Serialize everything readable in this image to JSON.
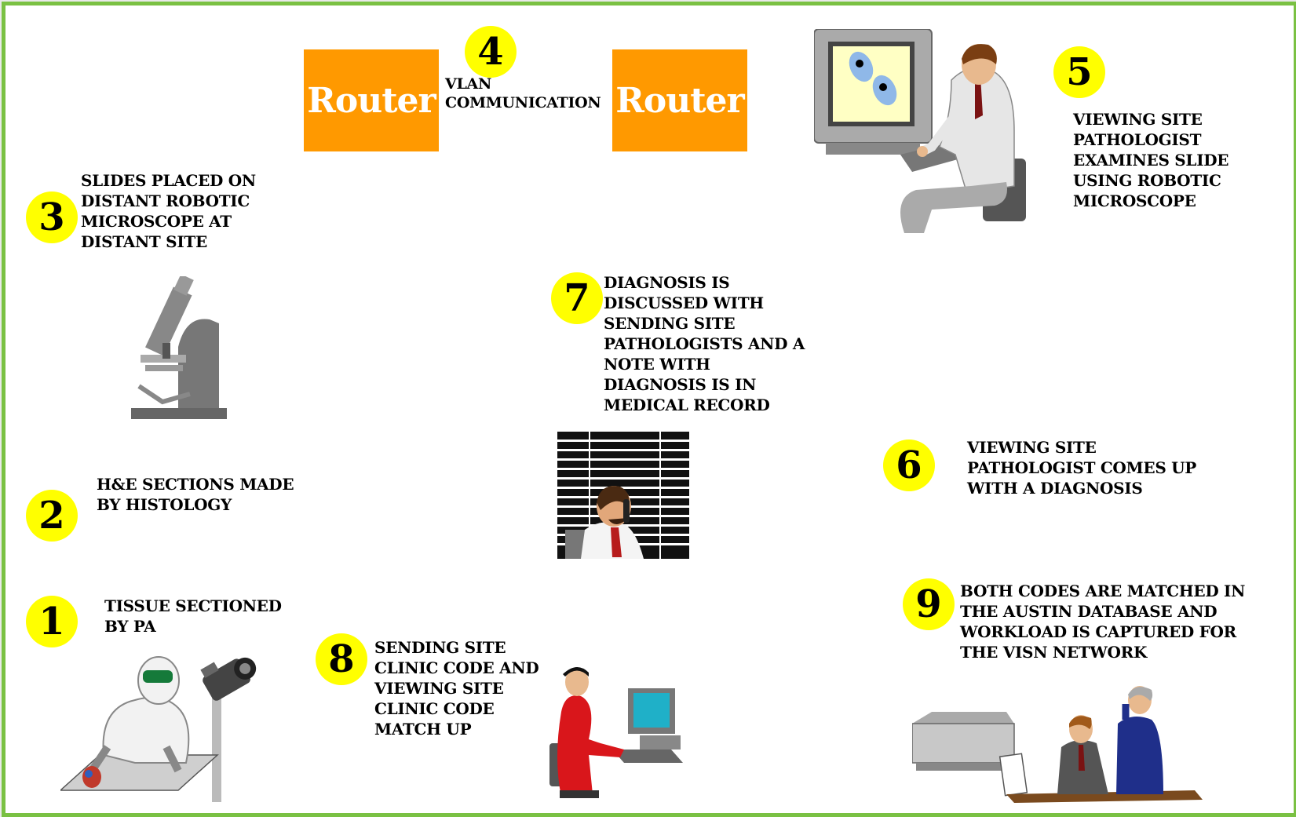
{
  "steps": [
    {
      "number": "1",
      "text": "TISSUE SECTIONED\nBY PA"
    },
    {
      "number": "2",
      "text": "H&E SECTIONS MADE\nBY HISTOLOGY"
    },
    {
      "number": "3",
      "text": "SLIDES PLACED ON\nDISTANT ROBOTIC\nMICROSCOPE AT\nDISTANT SITE"
    },
    {
      "number": "4",
      "text": "VLAN\nCOMMUNICATION"
    },
    {
      "number": "5",
      "text": "VIEWING SITE\nPATHOLOGIST\nEXAMINES SLIDE\nUSING ROBOTIC\nMICROSCOPE"
    },
    {
      "number": "6",
      "text": "VIEWING SITE\nPATHOLOGIST COMES UP\nWITH A DIAGNOSIS"
    },
    {
      "number": "7",
      "text": "DIAGNOSIS IS\nDISCUSSED WITH\nSENDING SITE\nPATHOLOGISTS AND A\nNOTE WITH\nDIAGNOSIS IS IN\nMEDICAL RECORD"
    },
    {
      "number": "8",
      "text": "SENDING SITE\nCLINIC CODE AND\nVIEWING SITE\nCLINIC CODE\nMATCH UP"
    },
    {
      "number": "9",
      "text": "BOTH CODES ARE MATCHED IN\nTHE AUSTIN DATABASE AND\nWORKLOAD IS CAPTURED FOR\nTHE VISN NETWORK"
    }
  ],
  "routers": {
    "left": "Router",
    "right": "Router"
  },
  "colors": {
    "border": "#7ac143",
    "badge": "#ffff00",
    "router": "#ff9900"
  },
  "clipart": [
    "lab-technician-with-camera",
    "microscope",
    "pathologist-at-computer",
    "person-on-phone-with-blinds",
    "clinic-clerk-at-computer",
    "printer-and-two-businessmen"
  ]
}
